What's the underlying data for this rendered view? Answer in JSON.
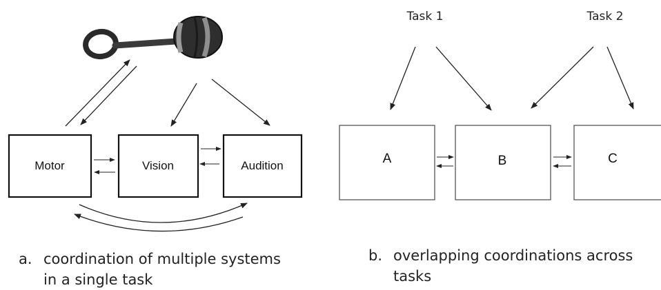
{
  "panel_a": {
    "boxes": {
      "motor": "Motor",
      "vision": "Vision",
      "audition": "Audition"
    },
    "caption": {
      "marker": "a.",
      "line1": "coordination of multiple systems",
      "line2": "in a single task"
    }
  },
  "panel_b": {
    "tasks": {
      "task1": "Task 1",
      "task2": "Task 2"
    },
    "boxes": {
      "a": "A",
      "b": "B",
      "c": "C"
    },
    "caption": {
      "marker": "b.",
      "line1": "overlapping coordinations across",
      "line2": "tasks"
    }
  }
}
